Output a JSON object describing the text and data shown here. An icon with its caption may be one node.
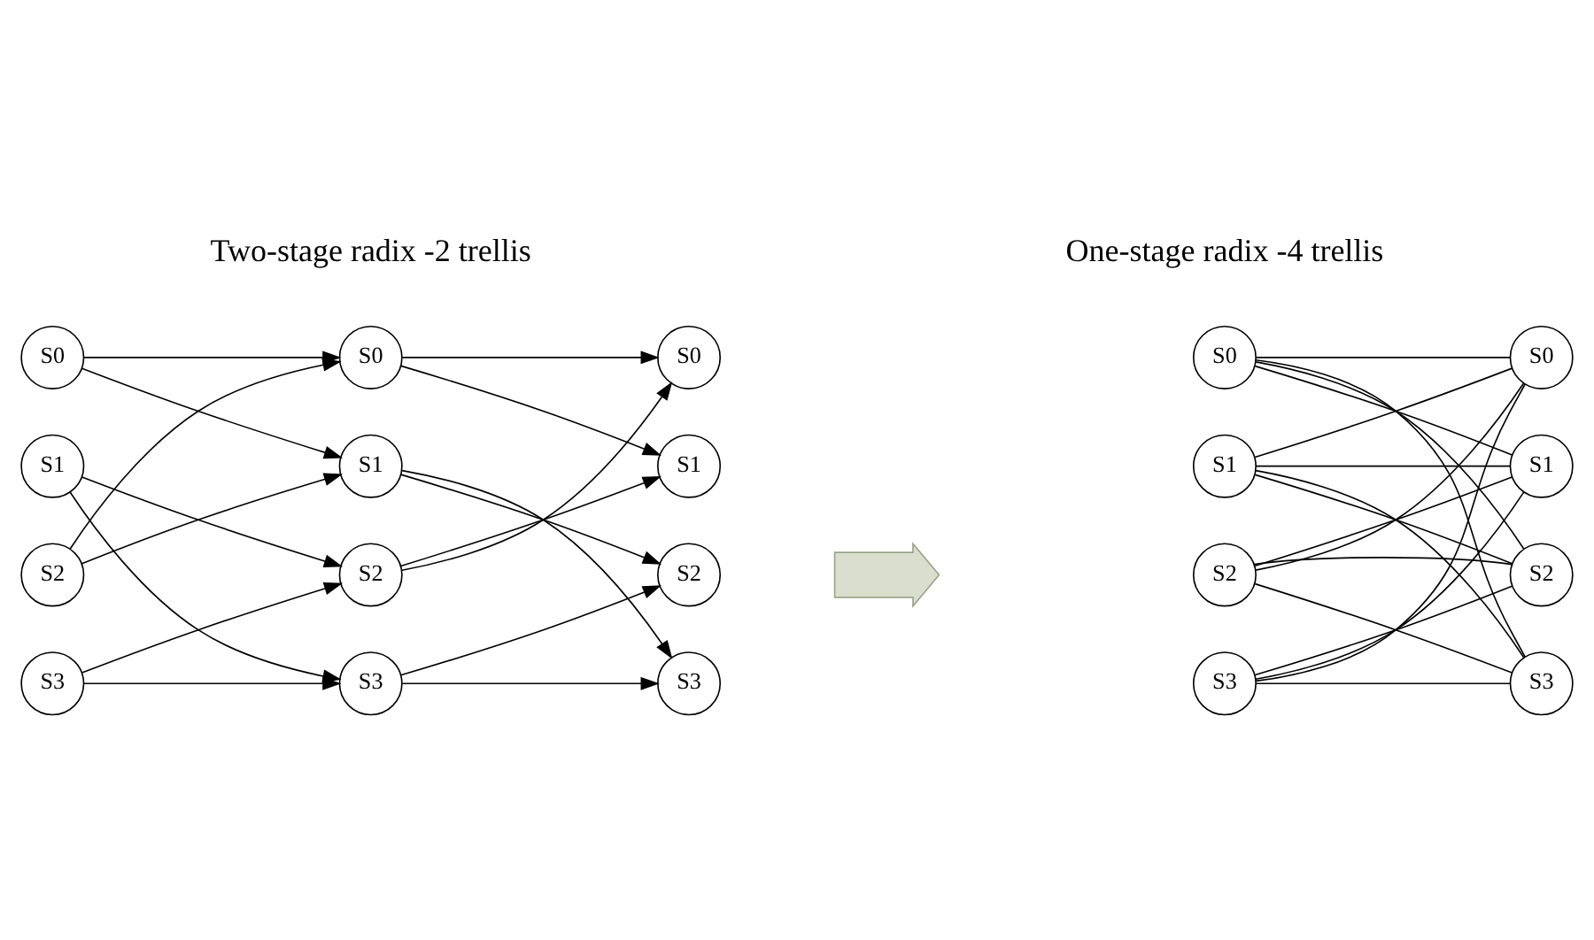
{
  "diagram": {
    "nodes": [
      {
        "text": [
          "S0"
        ]
      },
      {
        "text": [
          "S1"
        ]
      },
      {
        "text": [
          "S2"
        ]
      },
      {
        "text": [
          "S3"
        ]
      },
      {
        "text": [
          "S0"
        ]
      },
      {
        "text": [
          "S1"
        ]
      },
      {
        "text": [
          "S2"
        ]
      },
      {
        "text": [
          "S3"
        ]
      },
      {
        "text": [
          "S0"
        ]
      },
      {
        "text": [
          "S1"
        ]
      },
      {
        "text": [
          "S2"
        ]
      },
      {
        "text": [
          "S3"
        ]
      },
      {
        "text": [],
        "shape": "arrow"
      },
      {
        "text": [
          "S0"
        ]
      },
      {
        "text": [
          "S1"
        ]
      },
      {
        "text": [
          "S2"
        ]
      },
      {
        "text": [
          "S3"
        ]
      },
      {
        "text": [
          "S0"
        ]
      },
      {
        "text": [
          "S1"
        ]
      },
      {
        "text": [
          "S2"
        ]
      },
      {
        "text": [
          "S3"
        ]
      }
    ],
    "edges": [
      {
        "from": 0,
        "to": 4,
        "arrow": "to"
      },
      {
        "from": 0,
        "to": 5,
        "arrow": "to"
      },
      {
        "from": 1,
        "to": 6,
        "arrow": "to"
      },
      {
        "from": 1,
        "to": 7,
        "arrow": "to"
      },
      {
        "from": 2,
        "to": 4,
        "arrow": "to"
      },
      {
        "from": 2,
        "to": 5,
        "arrow": "to"
      },
      {
        "from": 3,
        "to": 6,
        "arrow": "to"
      },
      {
        "from": 3,
        "to": 7,
        "arrow": "to"
      },
      {
        "from": 4,
        "to": 8,
        "arrow": "to"
      },
      {
        "from": 4,
        "to": 9,
        "arrow": "to"
      },
      {
        "from": 5,
        "to": 10,
        "arrow": "to"
      },
      {
        "from": 5,
        "to": 11,
        "arrow": "to"
      },
      {
        "from": 6,
        "to": 8,
        "arrow": "to"
      },
      {
        "from": 6,
        "to": 9,
        "arrow": "to"
      },
      {
        "from": 7,
        "to": 10,
        "arrow": "to"
      },
      {
        "from": 7,
        "to": 11,
        "arrow": "to"
      },
      {
        "from": 13,
        "to": 17,
        "arrow": "none"
      },
      {
        "from": 13,
        "to": 18,
        "arrow": "none"
      },
      {
        "from": 13,
        "to": 19,
        "arrow": "none"
      },
      {
        "from": 13,
        "to": 20,
        "arrow": "none"
      },
      {
        "from": 14,
        "to": 17,
        "arrow": "none"
      },
      {
        "from": 14,
        "to": 18,
        "arrow": "none"
      },
      {
        "from": 14,
        "to": 19,
        "arrow": "none"
      },
      {
        "from": 14,
        "to": 20,
        "arrow": "none"
      },
      {
        "from": 15,
        "to": 17,
        "arrow": "none"
      },
      {
        "from": 15,
        "to": 18,
        "arrow": "none"
      },
      {
        "from": 15,
        "to": 19,
        "arrow": "none"
      },
      {
        "from": 15,
        "to": 20,
        "arrow": "none"
      },
      {
        "from": 16,
        "to": 17,
        "arrow": "none"
      },
      {
        "from": 16,
        "to": 18,
        "arrow": "none"
      },
      {
        "from": 16,
        "to": 19,
        "arrow": "none"
      },
      {
        "from": 16,
        "to": 20,
        "arrow": "none"
      }
    ],
    "labels": [
      "Two-stage radix -2 trellis",
      "One-stage radix -4 trellis"
    ]
  }
}
